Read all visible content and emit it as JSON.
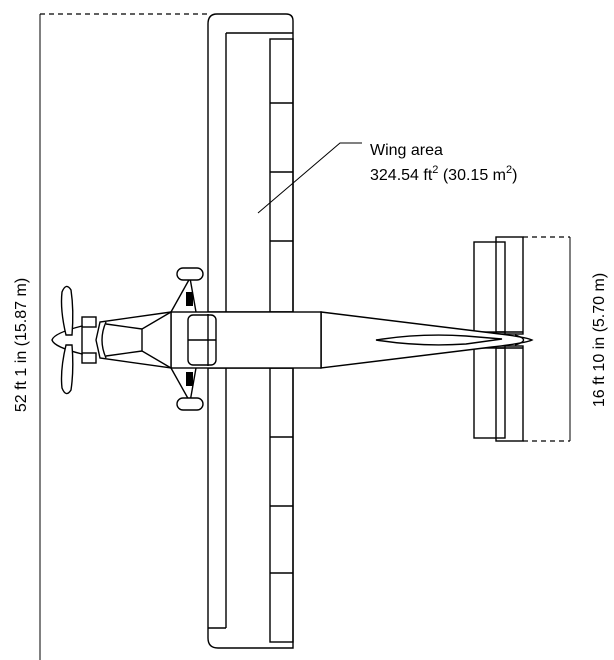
{
  "annotations": {
    "wing_area_title": "Wing area",
    "wing_area_value_ft": "324.54 ft",
    "wing_area_value_ft_exp": "2",
    "wing_area_value_m_open": " (30.15 m",
    "wing_area_value_m_exp": "2",
    "wing_area_value_m_close": ")",
    "wingspan": "52 ft 1 in (15.87 m)",
    "tail_span": "16 ft 10 in (5.70 m)"
  },
  "colors": {
    "line": "#000000",
    "background": "#ffffff"
  }
}
